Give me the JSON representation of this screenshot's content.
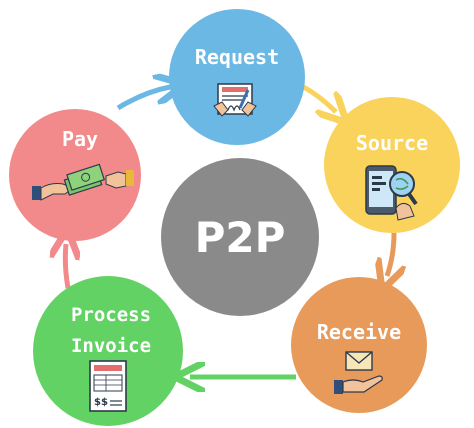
{
  "center": {
    "label": "P2P",
    "color": "#8a8a8a"
  },
  "steps": [
    {
      "label": "Request",
      "color": "#6cb8e4",
      "icon": "document-signing-icon"
    },
    {
      "label": "Source",
      "color": "#f9d35b",
      "icon": "phone-search-icon"
    },
    {
      "label": "Receive",
      "color": "#e89a5a",
      "icon": "envelope-hand-icon"
    },
    {
      "label_line1": "Process",
      "label_line2": "Invoice",
      "color": "#63d264",
      "icon": "invoice-icon"
    },
    {
      "label": "Pay",
      "color": "#f28a8c",
      "icon": "cash-payment-icon"
    }
  ],
  "arrows": [
    {
      "from": "Request",
      "to": "Source",
      "color": "#f9d35b"
    },
    {
      "from": "Source",
      "to": "Receive",
      "color": "#e89a5a"
    },
    {
      "from": "Receive",
      "to": "Process Invoice",
      "color": "#63d264"
    },
    {
      "from": "Process Invoice",
      "to": "Pay",
      "color": "#f28a8c"
    },
    {
      "from": "Pay",
      "to": "Request",
      "color": "#6cb8e4"
    }
  ]
}
